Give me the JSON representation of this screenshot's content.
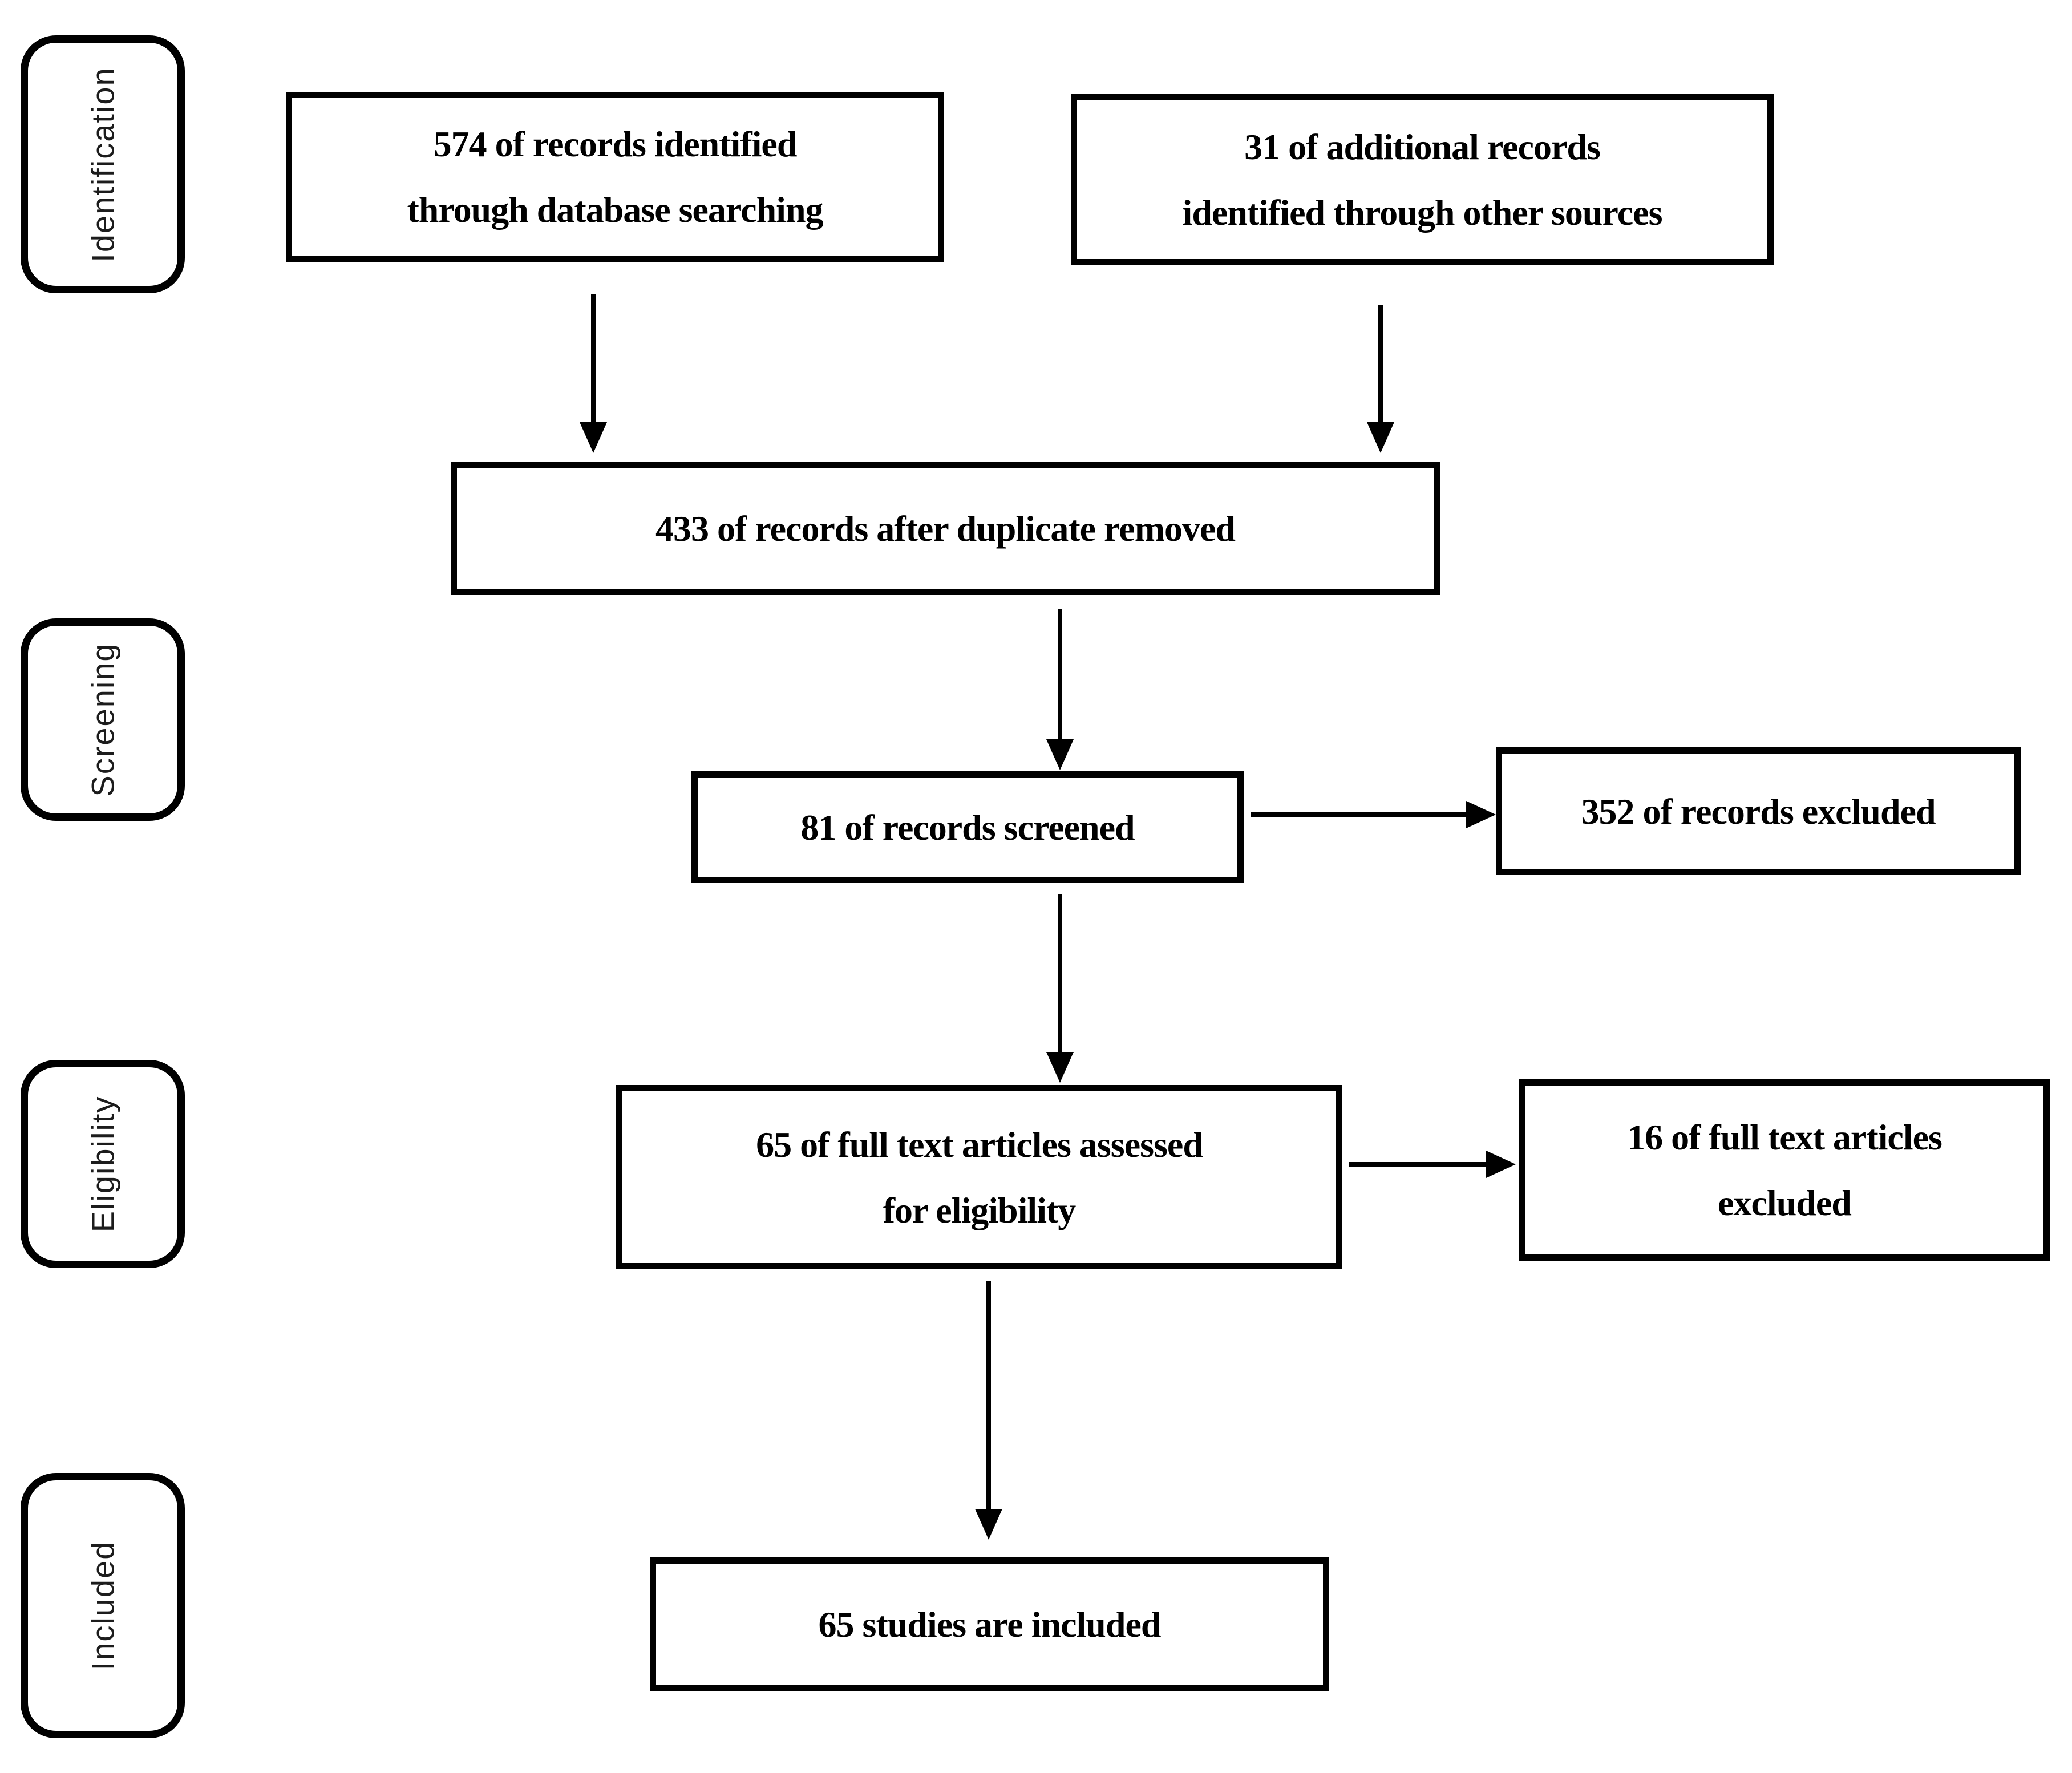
{
  "colors": {
    "ink": "#000000",
    "label_text": "#1c1c1c",
    "background": "#ffffff"
  },
  "stages": [
    {
      "label": "Identification"
    },
    {
      "label": "Screening"
    },
    {
      "label": "Eligibility"
    },
    {
      "label": "Included"
    }
  ],
  "boxes": {
    "identified": {
      "line1": "574 of records identified",
      "line2": "through database searching"
    },
    "additional": {
      "line1": "31 of additional records",
      "line2": "identified through other sources"
    },
    "deduplicated": {
      "line1": "433 of records after duplicate removed"
    },
    "screened": {
      "line1": "81 of records screened"
    },
    "records_excluded": {
      "line1": "352 of records excluded"
    },
    "fulltext_assessed": {
      "line1": "65 of full text articles assessed",
      "line2": "for eligibility"
    },
    "fulltext_excluded": {
      "line1": "16 of full text articles",
      "line2": "excluded"
    },
    "studies_included": {
      "line1": "65 studies are included"
    }
  }
}
